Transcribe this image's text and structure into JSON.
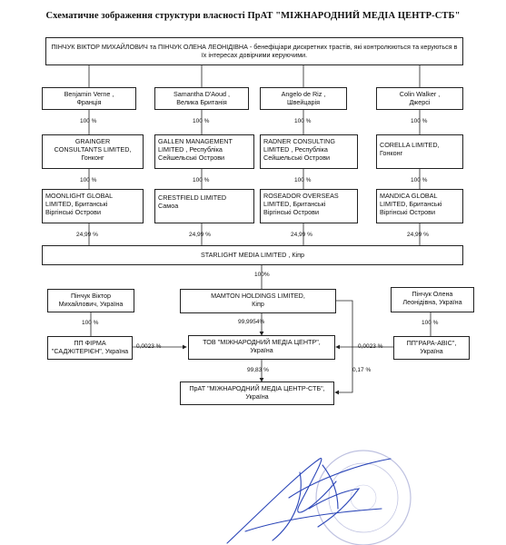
{
  "title": "Схематичне зображення структури власності ПрАТ \"МІЖНАРОДНИЙ МЕДІА ЦЕНТР-СТБ\"",
  "beneficiaries": "ПІНЧУК ВІКТОР МИХАЙЛОВИЧ та ПІНЧУК ОЛЕНА ЛЕОНІДІВНА - бенефіціари дискретних трастів, які контролюються та керуються в їх інтересах довірчими керуючими.",
  "trustees": [
    {
      "line1": "Benjamin Verne ,",
      "line2": "Франція"
    },
    {
      "line1": "Samantha D'Aoud ,",
      "line2": "Велика Британія"
    },
    {
      "line1": "Angelo de Riz ,",
      "line2": "Швейцарія"
    },
    {
      "line1": "Colin Walker ,",
      "line2": "Джерсі"
    }
  ],
  "trustee_share": [
    "100 %",
    "100 %",
    "100 %",
    "100 %"
  ],
  "level2": [
    {
      "line1": "GRAINGER",
      "line2": "CONSULTANTS LIMITED,",
      "line3": "Гонконг"
    },
    {
      "line1": "GALLEN MANAGEMENT",
      "line2": "LIMITED , Республіка",
      "line3": "Сейшельські Острови"
    },
    {
      "line1": "RADNER CONSULTING",
      "line2": "LIMITED , Республіка",
      "line3": "Сейшельські Острови"
    },
    {
      "line1": "CORELLA LIMITED,",
      "line2": "Гонконг",
      "line3": ""
    }
  ],
  "level2_share": [
    "100 %",
    "100 %",
    "100 %",
    "100 %"
  ],
  "level3": [
    {
      "line1": "MOONLIGHT GLOBAL",
      "line2": "LIMITED,  Британські",
      "line3": "Віргінські Острови"
    },
    {
      "line1": "CRESTFIELD LIMITED",
      "line2": "Самоа",
      "line3": ""
    },
    {
      "line1": "ROSEADOR OVERSEAS",
      "line2": "LIMITED, Британські",
      "line3": "Віргінські Острови"
    },
    {
      "line1": "MANDICA GLOBAL",
      "line2": "LIMITED, Британські",
      "line3": "Віргінські Острови"
    }
  ],
  "level3_share": [
    "24,99 %",
    "24,99 %",
    "24,99 %",
    "24,99 %"
  ],
  "starlight": "STARLIGHT MEDIA LIMITED , Кіпр",
  "starlight_share": "100%",
  "mamton": {
    "line1": "MAMTON HOLDINGS LIMITED,",
    "line2": "Кіпр"
  },
  "mamton_share_tov": "99,9954%",
  "mamton_share_stb": "0,17 %",
  "pinchuk_viktor": {
    "line1": "Пінчук Віктор",
    "line2": "Михайлович, Україна"
  },
  "pinchuk_viktor_share": "100 %",
  "pp_sadzhiterien": {
    "line1": "ПП ФІРМА",
    "line2": "\"САДЖІТЕРІЄН\", Україна"
  },
  "sadzhiterien_share": "0,0023 %",
  "tov": {
    "line1": "ТОВ \"МІЖНАРОДНИЙ МЕДІА ЦЕНТР\",",
    "line2": "Україна"
  },
  "tov_share_stb": "99,83 %",
  "pinchuk_olena": {
    "line1": "Пінчук Олена",
    "line2": "Леонідівна, Україна"
  },
  "pinchuk_olena_share": "100 %",
  "pp_rapa": {
    "line1": "ПП\"РАРА-АВІС\",",
    "line2": "Україна"
  },
  "rapa_share": "0,0023 %",
  "stb": {
    "line1": "ПрАТ \"МІЖНАРОДНИЙ МЕДІА ЦЕНТР-СТБ\",",
    "line2": "Україна"
  }
}
